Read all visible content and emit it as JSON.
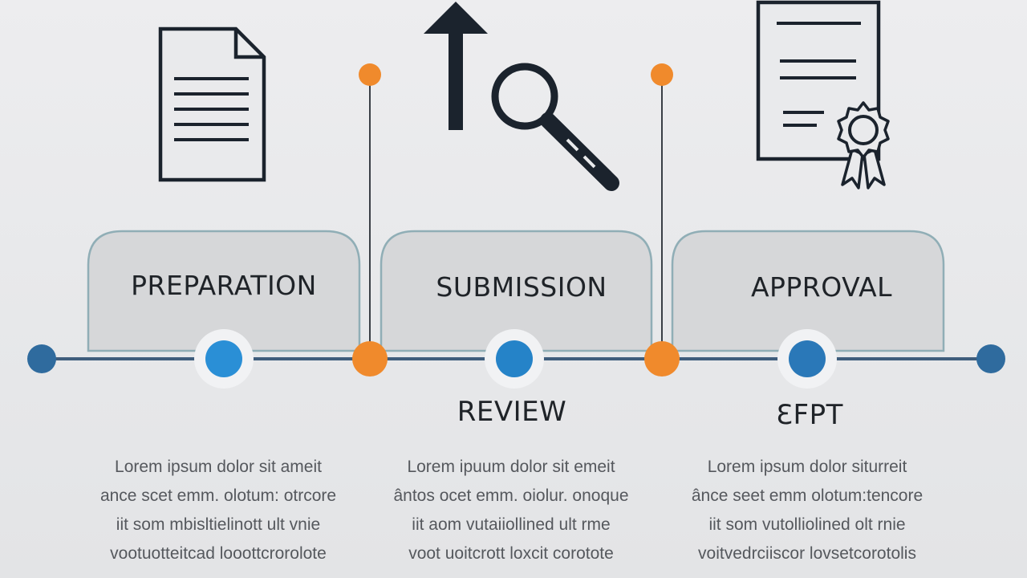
{
  "colors": {
    "timeline": "#3f5d7c",
    "stage_node": "#2a8fd6",
    "end_node": "#2f6b9e",
    "milestone": "#f08a2c",
    "box_fill": "#d6d7d9",
    "box_border": "#90aeb6",
    "icon_stroke": "#1b232d"
  },
  "stages": [
    {
      "title": "PREPARATION",
      "icon": "document-icon",
      "sub_label": "",
      "description": [
        "Lorem ipsum dolor sit ameit",
        "ance scet emm. olotum: otrcore",
        "iit som mbisltielinott ult vnie",
        "vootuotteitcad looottcrorolote"
      ]
    },
    {
      "title": "SUBMISSION",
      "icon": "upload-magnifier-icon",
      "sub_label": "REVIEW",
      "description": [
        "Lorem ipuum dolor sit emeit",
        "ântos ocet emm. oiolur. onoque",
        "iit aom vutaiiollined ult rme",
        "voot uoitcrott loxcit corotote"
      ]
    },
    {
      "title": "APPROVAL",
      "icon": "certificate-icon",
      "sub_label": "ƐFPT",
      "description": [
        "Lorem ipsum dolor siturreit",
        "ânce seet emm olotum:tencore",
        "iit som vutolliolined olt rnie",
        "voitvedrciiscor lovsetcorotolis"
      ]
    }
  ]
}
